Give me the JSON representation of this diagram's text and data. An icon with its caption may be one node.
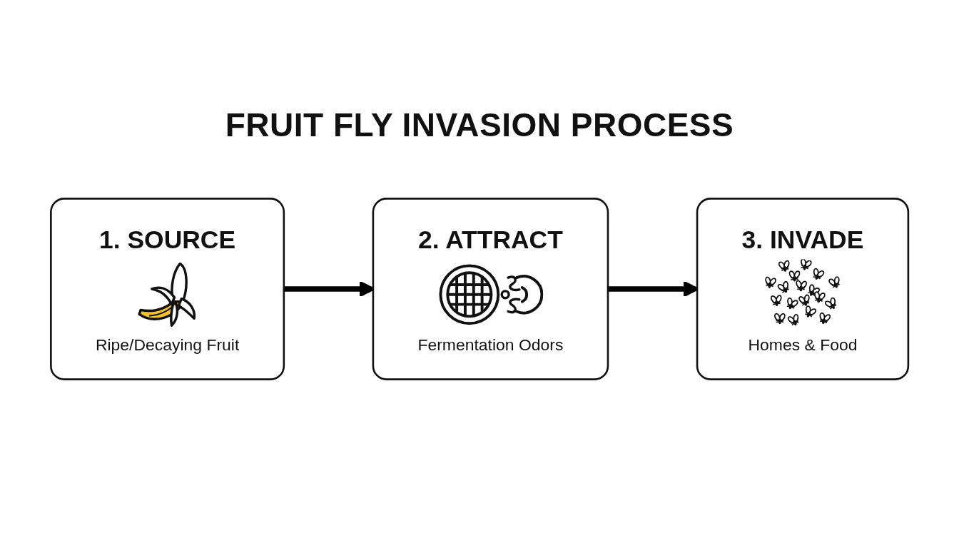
{
  "diagram": {
    "title": "FRUIT FLY INVASION PROCESS",
    "nodes": [
      {
        "text": [
          "1. SOURCE",
          "Ripe/Decaying Fruit"
        ]
      },
      {
        "text": [
          "2. ATTRACT",
          "Fermentation Odors"
        ]
      },
      {
        "text": [
          "3. INVADE",
          "Homes & Food"
        ]
      }
    ],
    "edges": [
      {
        "from": 0,
        "to": 1,
        "arrow": "to"
      },
      {
        "from": 1,
        "to": 2,
        "arrow": "to"
      }
    ]
  }
}
